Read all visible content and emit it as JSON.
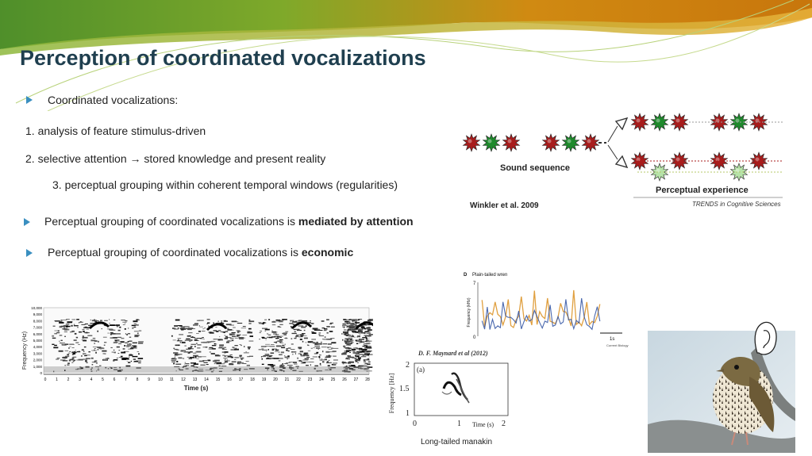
{
  "slide": {
    "title": "Perception of coordinated vocalizations",
    "bullets": {
      "b1": "Coordinated vocalizations:",
      "n1": "1.  analysis of feature stimulus-driven",
      "n2a": "2. selective attention",
      "n2arrow": "→",
      "n2b": " stored knowledge and present reality",
      "n3": "3. perceptual grouping within coherent temporal windows (regularities)",
      "b2_pre": "Perceptual grouping of coordinated vocalizations is ",
      "b2_bold": "mediated by attention",
      "b3_pre": "Perceptual grouping of coordinated vocalizations is ",
      "b3_bold": "economic"
    }
  },
  "figure_winkler": {
    "left_label": "Sound sequence",
    "right_label": "Perceptual experience",
    "citation": "Winkler et al. 2009",
    "journal": "TRENDS in Cognitive Sciences",
    "colors": {
      "red": "#a81c1c",
      "green": "#1e8a2c",
      "lightgreen": "#b6e3a8"
    }
  },
  "figure_spectrogram": {
    "ylabel": "Frequency (Hz)",
    "xlabel": "Time (s)",
    "yticks": [
      "10,000",
      "9,000",
      "8,000",
      "7,000",
      "6,000",
      "5,000",
      "4,000",
      "3,000",
      "2,000",
      "1,000",
      "0"
    ],
    "xticks": [
      "0",
      "1",
      "2",
      "3",
      "4",
      "5",
      "6",
      "7",
      "8",
      "9",
      "10",
      "11",
      "12",
      "13",
      "14",
      "15",
      "16",
      "17",
      "18",
      "19",
      "20",
      "21",
      "22",
      "23",
      "24",
      "25",
      "26",
      "27",
      "28"
    ]
  },
  "figure_wren": {
    "panel": "D",
    "title": "Plain-tailed wren",
    "ylabel": "Frequency (kHz)",
    "ytick_top": "7",
    "ytick_bottom": "0",
    "scale": "1s",
    "credit": "Current Biology",
    "colors": {
      "male": "#2b4fa0",
      "female": "#e0a040"
    }
  },
  "figure_manakin": {
    "citation": "D. F. Maynard et al (2012)",
    "panel": "(a)",
    "ylabel": "Frequency [Hz]",
    "yticks": [
      "2",
      "1.5",
      "1"
    ],
    "xticks": [
      "0",
      "1",
      "2"
    ],
    "xlabel": "Time (s)",
    "caption": "Long-tailed manakin"
  },
  "photo": {
    "subject": "bird-photo"
  }
}
